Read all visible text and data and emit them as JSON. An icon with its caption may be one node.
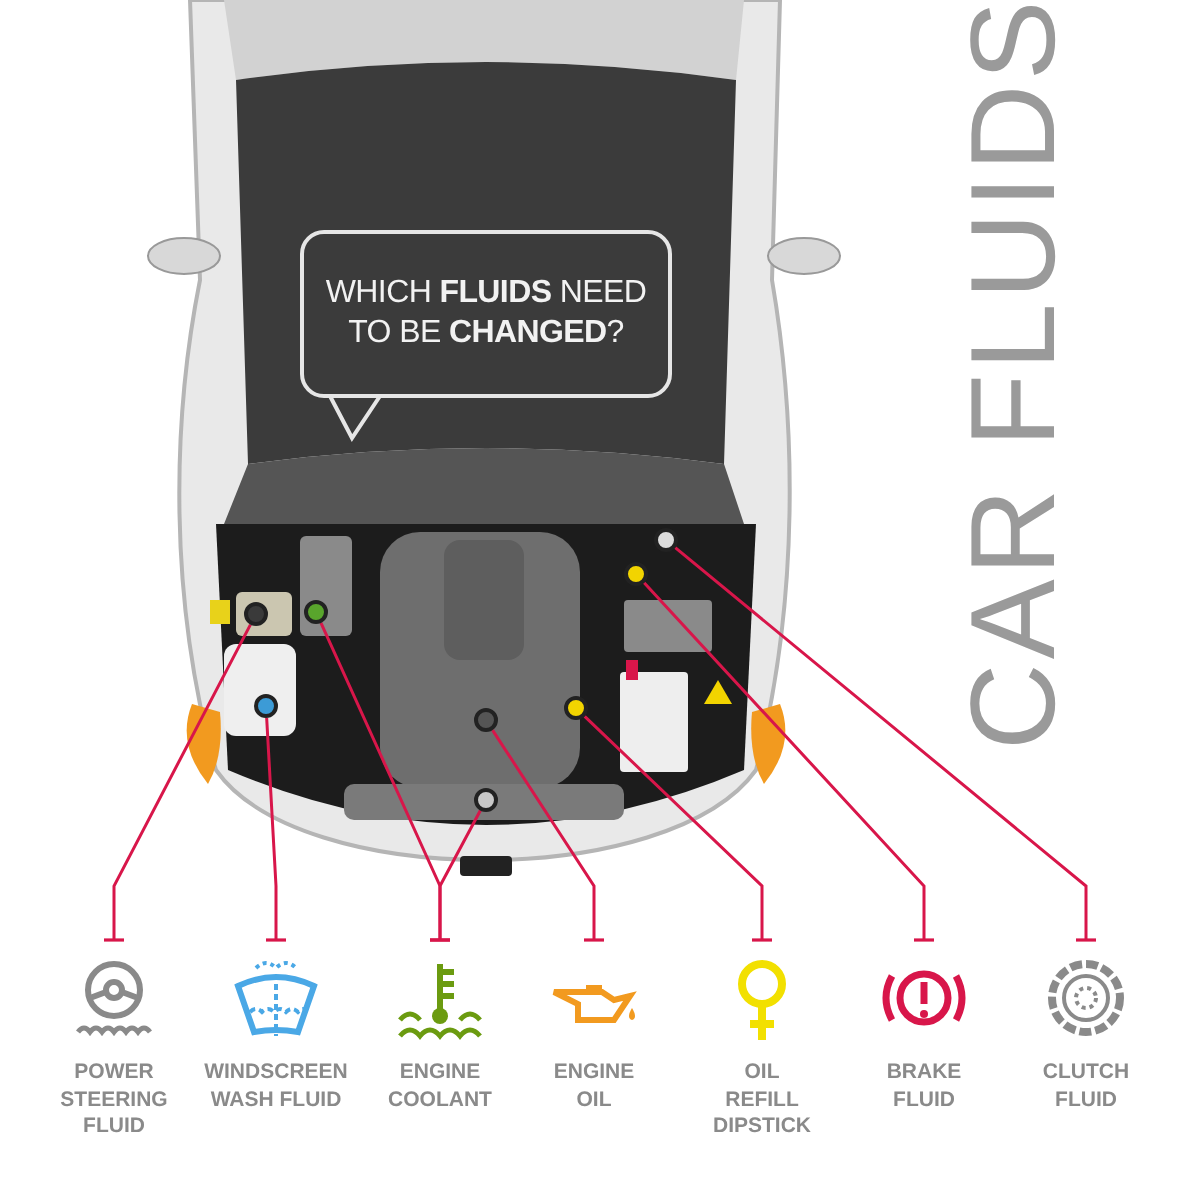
{
  "diagram": {
    "title": "CAR FLUIDS",
    "nodes": [
      {
        "text": [
          "WHICH **FLUIDS** NEED TO BE **CHANGED**?"
        ]
      },
      {
        "text": [],
        "shape": "circle"
      },
      {
        "text": [],
        "shape": "circle"
      },
      {
        "text": [],
        "shape": "circle"
      },
      {
        "text": [],
        "shape": "circle"
      },
      {
        "text": [],
        "shape": "circle"
      },
      {
        "text": [],
        "shape": "circle"
      },
      {
        "text": [],
        "shape": "circle"
      },
      {
        "text": [],
        "shape": "circle"
      },
      {
        "text": [
          "POWER STEERING FLUID"
        ]
      },
      {
        "text": [
          "WINDSCREEN WASH FLUID"
        ]
      },
      {
        "text": [
          "ENGINE COOLANT"
        ]
      },
      {
        "text": [
          "ENGINE OIL"
        ]
      },
      {
        "text": [
          "OIL REFILL DIPSTICK"
        ]
      },
      {
        "text": [
          "BRAKE FLUID"
        ]
      },
      {
        "text": [
          "CLUTCH FLUID"
        ]
      }
    ],
    "edges": [
      {
        "from": 9,
        "to": 1,
        "arrow": "other"
      },
      {
        "from": 10,
        "to": 2,
        "arrow": "other"
      },
      {
        "from": 11,
        "to": 3,
        "arrow": "other"
      },
      {
        "from": 11,
        "to": 4,
        "arrow": "other"
      },
      {
        "from": 12,
        "to": 5,
        "arrow": "other"
      },
      {
        "from": 13,
        "to": 6,
        "arrow": "other"
      },
      {
        "from": 14,
        "to": 7,
        "arrow": "other"
      },
      {
        "from": 15,
        "to": 8,
        "arrow": "other"
      }
    ]
  }
}
